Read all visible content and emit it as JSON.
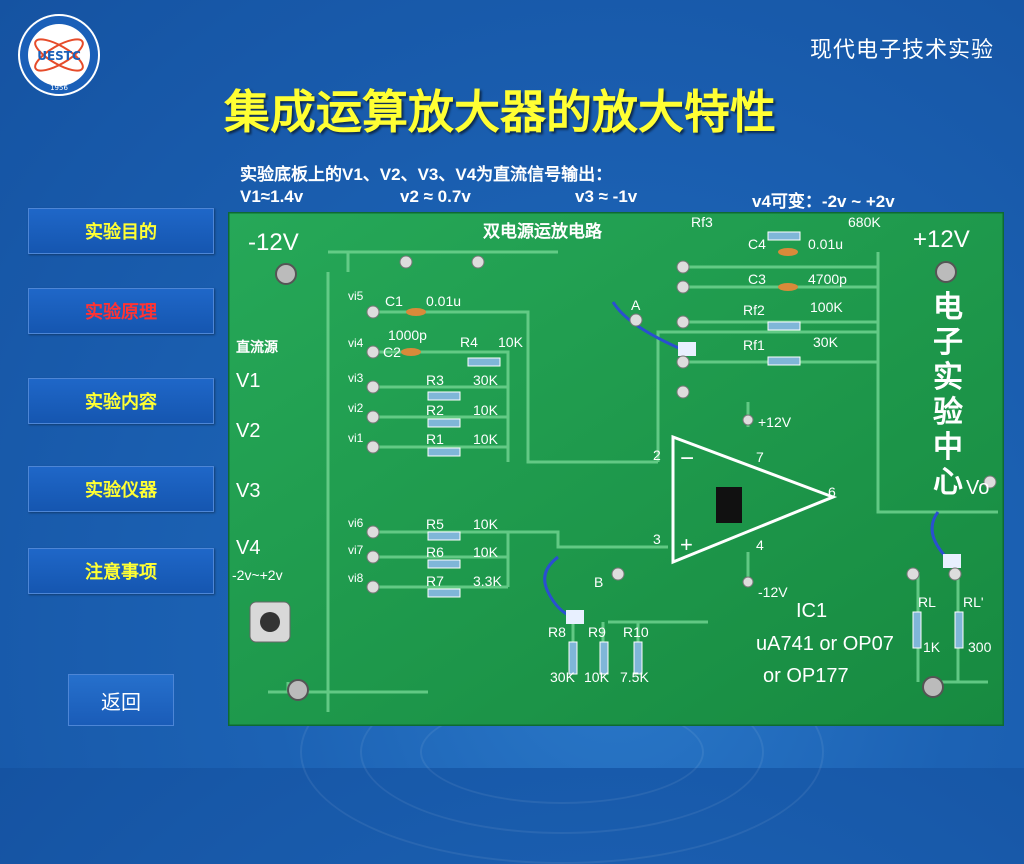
{
  "header": {
    "logo_text": "UESTC",
    "logo_year": "1956",
    "course_title": "现代电子技术实验",
    "page_title": "集成运算放大器的放大特性"
  },
  "description": {
    "line1": "实验底板上的V1、V2、V3、V4为直流信号输出：",
    "v1": "V1≈1.4v",
    "v2": "v2 ≈ 0.7v",
    "v3": "v3 ≈ -1v",
    "v4": "v4可变：-2v ~ +2v"
  },
  "nav": {
    "items": [
      {
        "label": "实验目的",
        "active": false
      },
      {
        "label": "实验原理",
        "active": true
      },
      {
        "label": "实验内容",
        "active": false
      },
      {
        "label": "实验仪器",
        "active": false
      },
      {
        "label": "注意事项",
        "active": false
      }
    ],
    "back_label": "返回"
  },
  "colors": {
    "background": "#1c62b4",
    "title": "#ffff33",
    "nav_text": "#ffff33",
    "nav_active": "#ff3333",
    "pcb": "#1d9a4a"
  },
  "board": {
    "title": "双电源运放电路",
    "minus_supply": "-12V",
    "plus_supply": "+12V",
    "dc_source": "直流源",
    "v_labels": [
      "V1",
      "V2",
      "V3",
      "V4"
    ],
    "v4_range": "-2v~+2v",
    "side_text": [
      "电",
      "子",
      "实",
      "验",
      "中",
      "心"
    ],
    "vo": "Vo",
    "input_pins": [
      "vi5",
      "vi4",
      "vi3",
      "vi2",
      "vi1",
      "vi6",
      "vi7",
      "vi8"
    ],
    "caps": [
      {
        "ref": "C1",
        "value": "0.01u"
      },
      {
        "ref": "C2",
        "value": "1000p"
      },
      {
        "ref": "C4",
        "value": "0.01u"
      },
      {
        "ref": "C3",
        "value": "4700p"
      }
    ],
    "resistors": [
      {
        "ref": "R4",
        "value": "10K"
      },
      {
        "ref": "R3",
        "value": "30K"
      },
      {
        "ref": "R2",
        "value": "10K"
      },
      {
        "ref": "R1",
        "value": "10K"
      },
      {
        "ref": "R5",
        "value": "10K"
      },
      {
        "ref": "R6",
        "value": "10K"
      },
      {
        "ref": "R7",
        "value": "3.3K"
      }
    ],
    "feedback": [
      {
        "ref": "Rf3",
        "value": "680K"
      },
      {
        "ref": "Rf2",
        "value": "100K"
      },
      {
        "ref": "Rf1",
        "value": "30K"
      }
    ],
    "bottom_resistors": [
      {
        "ref": "R8",
        "value": "30K"
      },
      {
        "ref": "R9",
        "value": "10K"
      },
      {
        "ref": "R10",
        "value": "7.5K"
      }
    ],
    "load": [
      {
        "ref": "RL",
        "value": "1K"
      },
      {
        "ref": "RL'",
        "value": "300"
      }
    ],
    "opamp": {
      "pin2": "2",
      "pin3": "3",
      "pin4": "4",
      "pin6": "6",
      "pin7": "7",
      "vplus": "+12V",
      "vminus": "-12V",
      "minus_sign": "−",
      "plus_sign": "+"
    },
    "point_a": "A",
    "point_b": "B",
    "ic_ref": "IC1",
    "ic_models_line1": "uA741 or OP07",
    "ic_models_line2": "or  OP177"
  }
}
